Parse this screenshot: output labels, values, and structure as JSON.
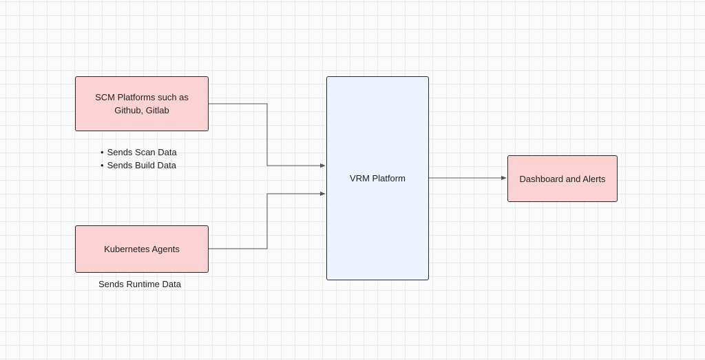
{
  "diagram": {
    "nodes": {
      "scm": {
        "label": "SCM Platforms such as Github, Gitlab"
      },
      "k8s": {
        "label": "Kubernetes Agents"
      },
      "vrm": {
        "label": "VRM Platform"
      },
      "dashboard": {
        "label": "Dashboard and Alerts"
      }
    },
    "notes": {
      "scm": [
        "Sends Scan Data",
        "Sends Build Data"
      ],
      "k8s": "Sends Runtime Data"
    },
    "edges": [
      {
        "from": "scm",
        "to": "vrm"
      },
      {
        "from": "k8s",
        "to": "vrm"
      },
      {
        "from": "vrm",
        "to": "dashboard"
      }
    ],
    "colors": {
      "source_fill": "#fbd3d3",
      "platform_fill": "#ecf3ff",
      "stroke": "#2b2b2b",
      "connector": "#555555"
    }
  }
}
